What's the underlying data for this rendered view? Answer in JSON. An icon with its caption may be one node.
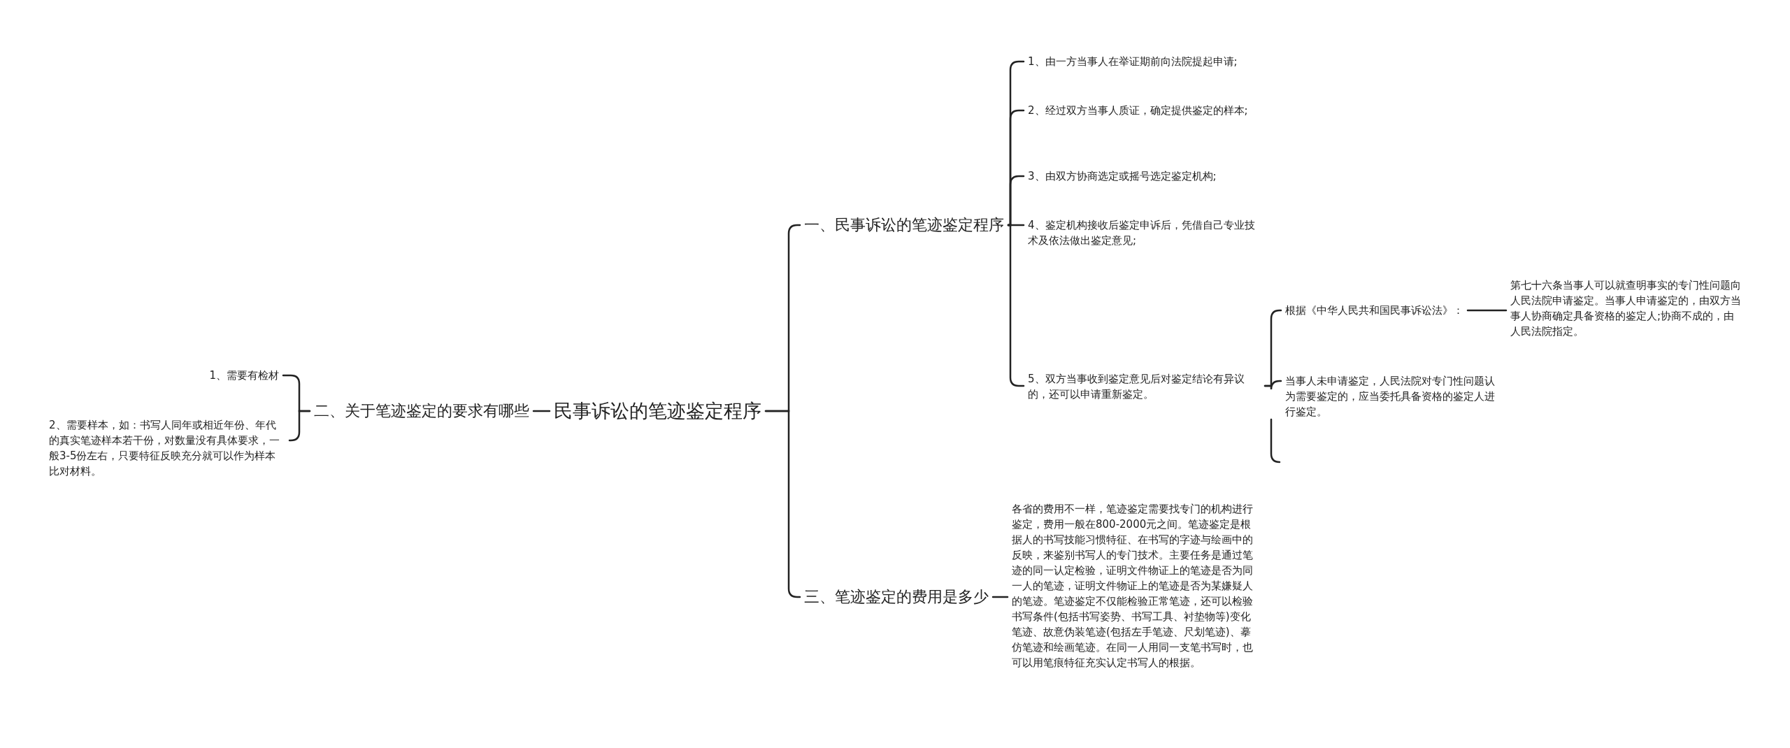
{
  "diagram": {
    "nodes": [
      {
        "text": [
          "民事诉讼的笔迹鉴定程序"
        ]
      },
      {
        "text": [
          "二、关于笔迹鉴定的要求有哪些"
        ]
      },
      {
        "text": [
          "1、需要有检材"
        ]
      },
      {
        "text": [
          "2、需要样本，如：书写人同年或相近年份、年代的真实笔迹样本若干份，对数量没有具体要求，一般3-5份左右，只要特征反映充分就可以作为样本比对材料。"
        ]
      },
      {
        "text": [
          "一、民事诉讼的笔迹鉴定程序"
        ]
      },
      {
        "text": [
          "1、由一方当事人在举证期前向法院提起申请;"
        ]
      },
      {
        "text": [
          "2、经过双方当事人质证，确定提供鉴定的样本;"
        ]
      },
      {
        "text": [
          "3、由双方协商选定或摇号选定鉴定机构;"
        ]
      },
      {
        "text": [
          "4、鉴定机构接收后鉴定申诉后，凭借自己专业技术及依法做出鉴定意见;"
        ]
      },
      {
        "text": [
          "5、双方当事收到鉴定意见后对鉴定结论有异议的，还可以申请重新鉴定。"
        ]
      },
      {
        "text": [
          "根据《中华人民共和国民事诉讼法》："
        ]
      },
      {
        "text": [
          "第七十六条当事人可以就查明事实的专门性问题向人民法院申请鉴定。当事人申请鉴定的，由双方当事人协商确定具备资格的鉴定人;协商不成的，由人民法院指定。"
        ]
      },
      {
        "text": [
          "当事人未申请鉴定，人民法院对专门性问题认为需要鉴定的，应当委托具备资格的鉴定人进行鉴定。"
        ]
      },
      {
        "text": [
          "三、笔迹鉴定的费用是多少"
        ]
      },
      {
        "text": [
          "各省的费用不一样，笔迹鉴定需要找专门的机构进行鉴定，费用一般在800-2000元之间。笔迹鉴定是根据人的书写技能习惯特征、在书写的字迹与绘画中的反映，来鉴别书写人的专门技术。主要任务是通过笔迹的同一认定检验，证明文件物证上的笔迹是否为同一人的笔迹，证明文件物证上的笔迹是否为某嫌疑人的笔迹。笔迹鉴定不仅能检验正常笔迹，还可以检验书写条件(包括书写姿势、书写工具、衬垫物等)变化笔迹、故意伪装笔迹(包括左手笔迹、尺划笔迹)、摹仿笔迹和绘画笔迹。在同一人用同一支笔书写时，也可以用笔痕特征充实认定书写人的根据。"
        ]
      }
    ],
    "edges": [
      {
        "from": 0,
        "to": 1,
        "arrow": "none"
      },
      {
        "from": 1,
        "to": 2,
        "arrow": "none"
      },
      {
        "from": 1,
        "to": 3,
        "arrow": "none"
      },
      {
        "from": 0,
        "to": 4,
        "arrow": "none"
      },
      {
        "from": 0,
        "to": 13,
        "arrow": "none"
      },
      {
        "from": 4,
        "to": 5,
        "arrow": "none"
      },
      {
        "from": 4,
        "to": 6,
        "arrow": "none"
      },
      {
        "from": 4,
        "to": 7,
        "arrow": "none"
      },
      {
        "from": 4,
        "to": 8,
        "arrow": "none"
      },
      {
        "from": 4,
        "to": 9,
        "arrow": "none"
      },
      {
        "from": 9,
        "to": 10,
        "arrow": "none"
      },
      {
        "from": 9,
        "to": 12,
        "arrow": "none"
      },
      {
        "from": 10,
        "to": 11,
        "arrow": "none"
      },
      {
        "from": 13,
        "to": 14,
        "arrow": "none"
      }
    ]
  }
}
